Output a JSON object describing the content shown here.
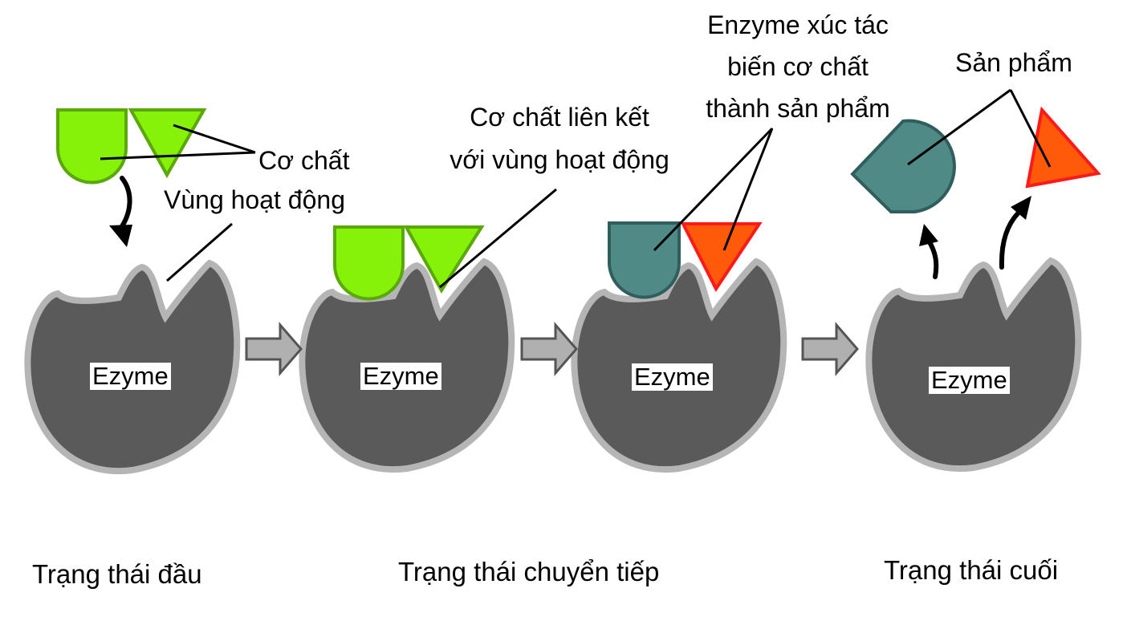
{
  "labels": {
    "substrate": "Cơ chất",
    "active_site": "Vùng hoạt động",
    "bound_line1": "Cơ chất liên kết",
    "bound_line2": "với vùng hoạt động",
    "catalyze_line1": "Enzyme xúc tác",
    "catalyze_line2": "biến cơ chất",
    "catalyze_line3": "thành sản phẩm",
    "products": "Sản phẩm"
  },
  "enzymes": [
    "Ezyme",
    "Ezyme",
    "Ezyme",
    "Ezyme"
  ],
  "stages": {
    "initial": "Trạng thái đầu",
    "transition": "Trạng thái chuyển tiếp",
    "final": "Trạng thái cuối"
  },
  "colors": {
    "enzyme_fill": "#5a5a5a",
    "enzyme_outline": "#b5b5b5",
    "substrate_fill": "#86f20a",
    "substrate_outline": "#5aa80a",
    "product_teal": "#4f8a87",
    "product_teal_outline": "#2f5e5c",
    "product_orange": "#ff5a0a",
    "product_orange_outline": "#ff1a1a",
    "step_arrow": "#b0b0b0"
  }
}
